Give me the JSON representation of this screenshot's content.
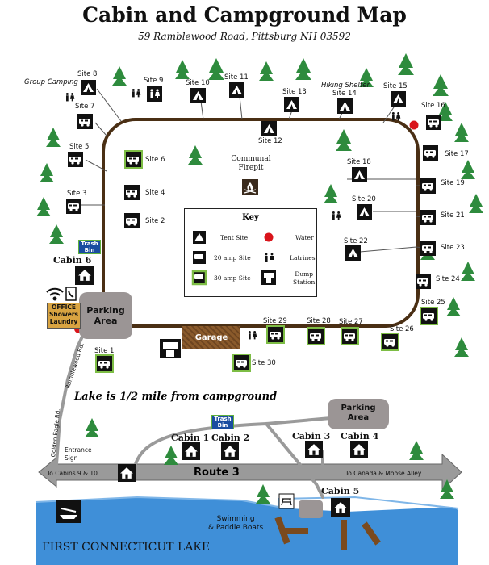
{
  "header": {
    "title": "Cabin and Campground Map",
    "address": "59 Ramblewood Road, Pittsburg NH 03592"
  },
  "areas": {
    "group_camping": "Group Camping",
    "hiking_shelter": "Hiking Shelter",
    "communal_firepit_line1": "Communal",
    "communal_firepit_line2": "Firepit",
    "parking_area_1_line1": "Parking",
    "parking_area_1_line2": "Area",
    "parking_area_2_line1": "Parking",
    "parking_area_2_line2": "Area",
    "trash_bin_1_line1": "Trash",
    "trash_bin_1_line2": "Bin",
    "trash_bin_2_line1": "Trash",
    "trash_bin_2_line2": "Bin",
    "office_line1": "OFFICE",
    "office_line2": "Showers",
    "office_line3": "Laundry",
    "garage": "Garage",
    "entrance_line1": "Entrance",
    "entrance_line2": "Sign",
    "swimming_line1": "Swimming",
    "swimming_line2": "& Paddle Boats",
    "lake_distance": "Lake is 1/2 mile from campground",
    "lake_name": "FIRST CONNECTICUT LAKE"
  },
  "roads": {
    "route": "Route 3",
    "to_cabins": "To Cabins 9 & 10",
    "to_canada": "To Canada & Moose Alley",
    "ramblewood": "Ramblewood Rd.",
    "golden_eagle": "Golden Eagle Rd."
  },
  "sites": [
    {
      "label": "Site 1",
      "type": "30amp"
    },
    {
      "label": "Site 2",
      "type": "20amp"
    },
    {
      "label": "Site 3",
      "type": "20amp"
    },
    {
      "label": "Site 4",
      "type": "20amp"
    },
    {
      "label": "Site 5",
      "type": "20amp"
    },
    {
      "label": "Site 6",
      "type": "30amp"
    },
    {
      "label": "Site 7",
      "type": "20amp"
    },
    {
      "label": "Site 8",
      "type": "tent"
    },
    {
      "label": "Site 9",
      "type": "latrine"
    },
    {
      "label": "Site 10",
      "type": "tent"
    },
    {
      "label": "Site 11",
      "type": "tent"
    },
    {
      "label": "Site 12",
      "type": "tent"
    },
    {
      "label": "Site 13",
      "type": "tent"
    },
    {
      "label": "Site 14",
      "type": "tent"
    },
    {
      "label": "Site 15",
      "type": "tent"
    },
    {
      "label": "Site 16",
      "type": "20amp"
    },
    {
      "label": "Site 17",
      "type": "20amp"
    },
    {
      "label": "Site 18",
      "type": "tent"
    },
    {
      "label": "Site 19",
      "type": "20amp"
    },
    {
      "label": "Site 20",
      "type": "tent"
    },
    {
      "label": "Site 21",
      "type": "20amp"
    },
    {
      "label": "Site 22",
      "type": "tent"
    },
    {
      "label": "Site 23",
      "type": "20amp"
    },
    {
      "label": "Site 24",
      "type": "20amp"
    },
    {
      "label": "Site 25",
      "type": "30amp"
    },
    {
      "label": "Site 26",
      "type": "30amp"
    },
    {
      "label": "Site 27",
      "type": "30amp"
    },
    {
      "label": "Site 28",
      "type": "30amp"
    },
    {
      "label": "Site 29",
      "type": "30amp"
    },
    {
      "label": "Site 30",
      "type": "30amp"
    }
  ],
  "cabins": [
    "Cabin 1",
    "Cabin 2",
    "Cabin 3",
    "Cabin 4",
    "Cabin 5",
    "Cabin 6"
  ],
  "key": {
    "title": "Key",
    "tent_site": "Tent Site",
    "water": "Water",
    "amp20": "20 amp Site",
    "latrines": "Latrines",
    "amp30": "30 amp Site",
    "dump_line1": "Dump",
    "dump_line2": "Station"
  },
  "colors": {
    "loop_road": "#4a2f14",
    "site_icon": "#111111",
    "amp30_outline": "#7dbd45",
    "tree": "#2e8b3d",
    "water_marker": "#d9141b",
    "lake": "#3f8fd8",
    "route_road": "#9a9a9a",
    "parking": "#9b9595",
    "office": "#d9a441",
    "trash_bin": "#1a4da0",
    "garage": "#8a5a2b"
  }
}
